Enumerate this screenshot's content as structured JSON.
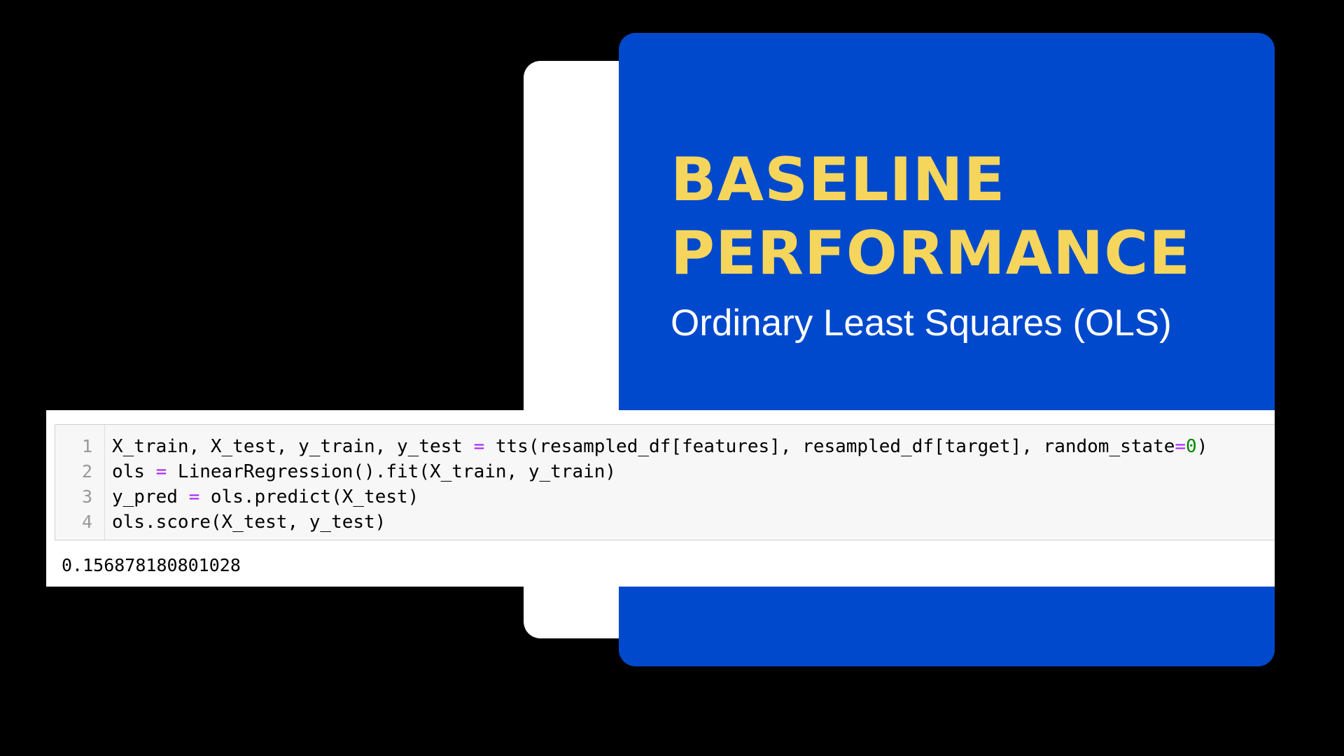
{
  "colors": {
    "background": "#000000",
    "back_card": "#ffffff",
    "blue_card": "#0049cc",
    "title": "#f5d55b",
    "subtitle": "#ffffff"
  },
  "slide": {
    "title_line_1": "BASELINE",
    "title_line_2": "PERFORMANCE",
    "subtitle": "Ordinary Least Squares (OLS)"
  },
  "notebook": {
    "line_numbers": [
      "1",
      "2",
      "3",
      "4"
    ],
    "code_lines": [
      [
        {
          "t": "X_train, X_test, y_train, y_test ",
          "k": "plain"
        },
        {
          "t": "=",
          "k": "op"
        },
        {
          "t": " tts(resampled_df[features], resampled_df[target], random_state",
          "k": "plain"
        },
        {
          "t": "=",
          "k": "op"
        },
        {
          "t": "0",
          "k": "num"
        },
        {
          "t": ")",
          "k": "plain"
        }
      ],
      [
        {
          "t": "ols ",
          "k": "plain"
        },
        {
          "t": "=",
          "k": "op"
        },
        {
          "t": " LinearRegression().fit(X_train, y_train)",
          "k": "plain"
        }
      ],
      [
        {
          "t": "y_pred ",
          "k": "plain"
        },
        {
          "t": "=",
          "k": "op"
        },
        {
          "t": " ols.predict(X_test)",
          "k": "plain"
        }
      ],
      [
        {
          "t": "ols.score(X_test, y_test)",
          "k": "plain"
        }
      ]
    ],
    "output": "0.156878180801028"
  }
}
